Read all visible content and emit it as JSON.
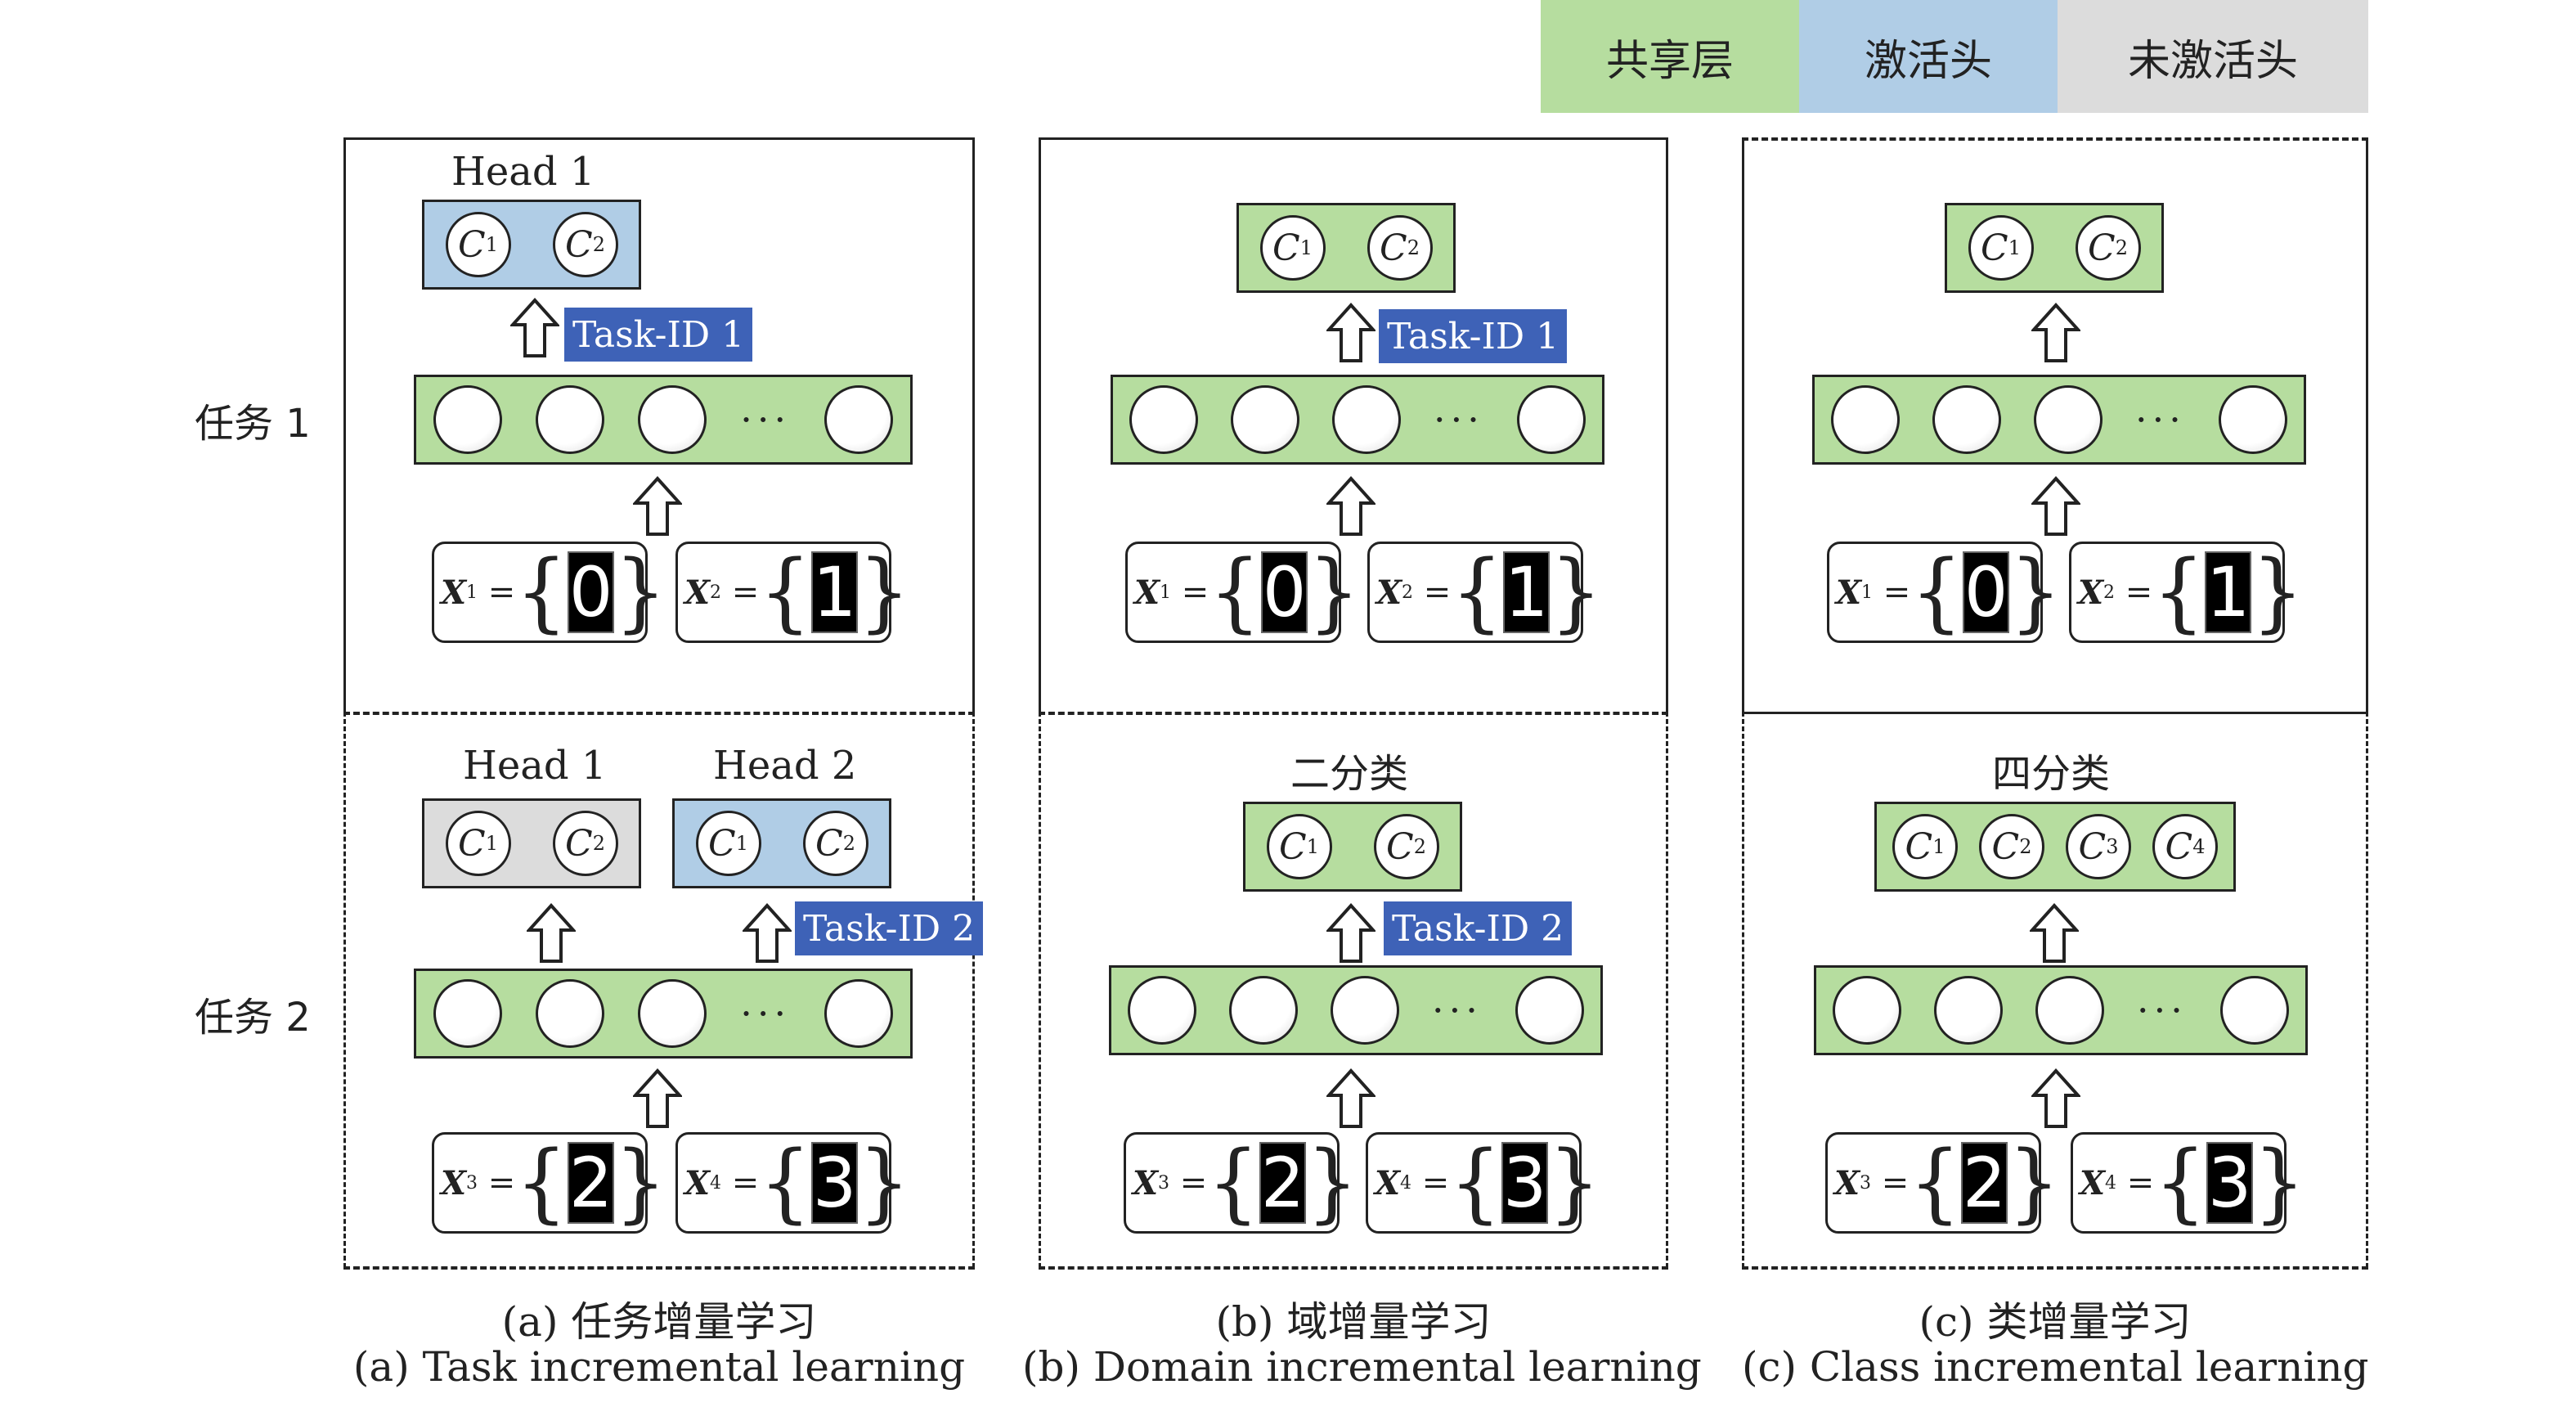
{
  "legend": {
    "shared": {
      "label": "共享层",
      "color": "#b6dd9f"
    },
    "active": {
      "label": "激活头",
      "color": "#b0cde6"
    },
    "inactive": {
      "label": "未激活头",
      "color": "#dcdcdc"
    }
  },
  "rows": {
    "task1": "任务 1",
    "task2": "任务 2"
  },
  "panels": {
    "a": {
      "caption_cn": "(a) 任务增量学习",
      "caption_en": "(a) Task incremental learning",
      "head1_t1": "Head 1",
      "head1_t2": "Head 1",
      "head2_t2": "Head 2",
      "taskid1": "Task-ID 1",
      "taskid2": "Task-ID 2"
    },
    "b": {
      "caption_cn": "(b) 域增量学习",
      "caption_en": "(b) Domain incremental learning",
      "label_t2": "二分类",
      "taskid1": "Task-ID 1",
      "taskid2": "Task-ID 2"
    },
    "c": {
      "caption_cn": "(c) 类增量学习",
      "caption_en": "(c) Class incremental learning",
      "label_t2": "四分类"
    }
  },
  "classes": {
    "c": "C",
    "sub1": "1",
    "sub2": "2",
    "sub3": "3",
    "sub4": "4"
  },
  "inputs": {
    "x": "X",
    "eq": "=",
    "x1_sub": "1",
    "x2_sub": "2",
    "x3_sub": "3",
    "x4_sub": "4",
    "d0": "0",
    "d1": "1",
    "d2": "2",
    "d3": "3"
  },
  "dots": "···"
}
